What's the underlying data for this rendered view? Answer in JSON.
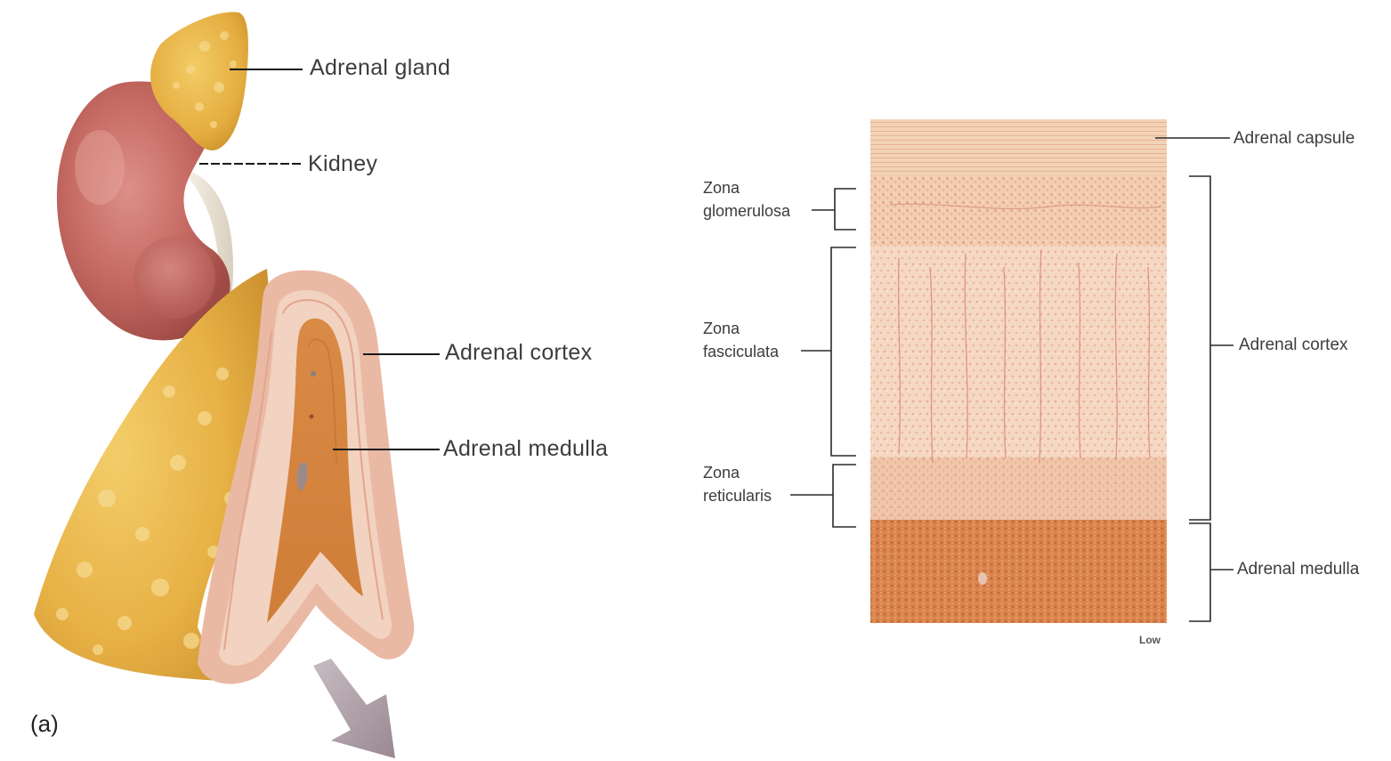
{
  "panel_a": {
    "letter": "(a)",
    "labels": {
      "adrenal_gland": "Adrenal gland",
      "kidney": "Kidney",
      "adrenal_cortex": "Adrenal cortex",
      "adrenal_medulla": "Adrenal medulla"
    }
  },
  "micrograph": {
    "labels": {
      "adrenal_capsule": "Adrenal capsule",
      "adrenal_cortex": "Adrenal cortex",
      "adrenal_medulla": "Adrenal medulla",
      "zona_glomerulosa_line1": "Zona",
      "zona_glomerulosa_line2": "glomerulosa",
      "zona_fasciculata_line1": "Zona",
      "zona_fasciculata_line2": "fasciculata",
      "zona_reticularis_line1": "Zona",
      "zona_reticularis_line2": "reticularis"
    },
    "magnification": "Low"
  },
  "colors": {
    "kidney": "#c0605a",
    "adrenal_yellow": "#e9b544",
    "cortex_pink": "#eab7a0",
    "medulla_orange": "#d2803c",
    "micrograph_cortex": "#f0c6a8",
    "micrograph_medulla": "#da8550",
    "arrow": "#a7959f",
    "leader": "#1a1a1a"
  }
}
